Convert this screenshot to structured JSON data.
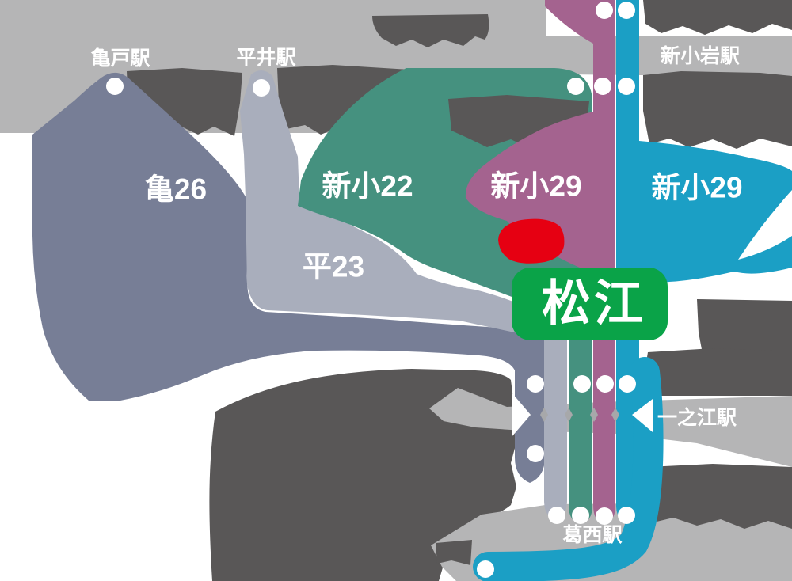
{
  "colors": {
    "background": "#ffffff",
    "rail_gray": "#b5b5b6",
    "redacted_gray": "#595757",
    "route_kame26": "#777e96",
    "route_hira23": "#a9aebc",
    "route_shinko22": "#45917f",
    "route_shinko29_west": "#a4638f",
    "route_shinko29_east": "#1b9fc5",
    "marker_red": "#e60012",
    "stop_green": "#0aa348",
    "crossing_diamond": "#a7a8aa",
    "label_white": "#ffffff"
  },
  "stations": {
    "kameido": "亀戸駅",
    "hirai": "平井駅",
    "shinkoiwa": "新小岩駅",
    "ichinoe": "一之江駅",
    "kasai": "葛西駅"
  },
  "routes": {
    "kame26": "亀26",
    "hira23": "平23",
    "shinko22": "新小22",
    "shinko29_west": "新小29",
    "shinko29_east": "新小29"
  },
  "destination": {
    "label": "松江"
  }
}
